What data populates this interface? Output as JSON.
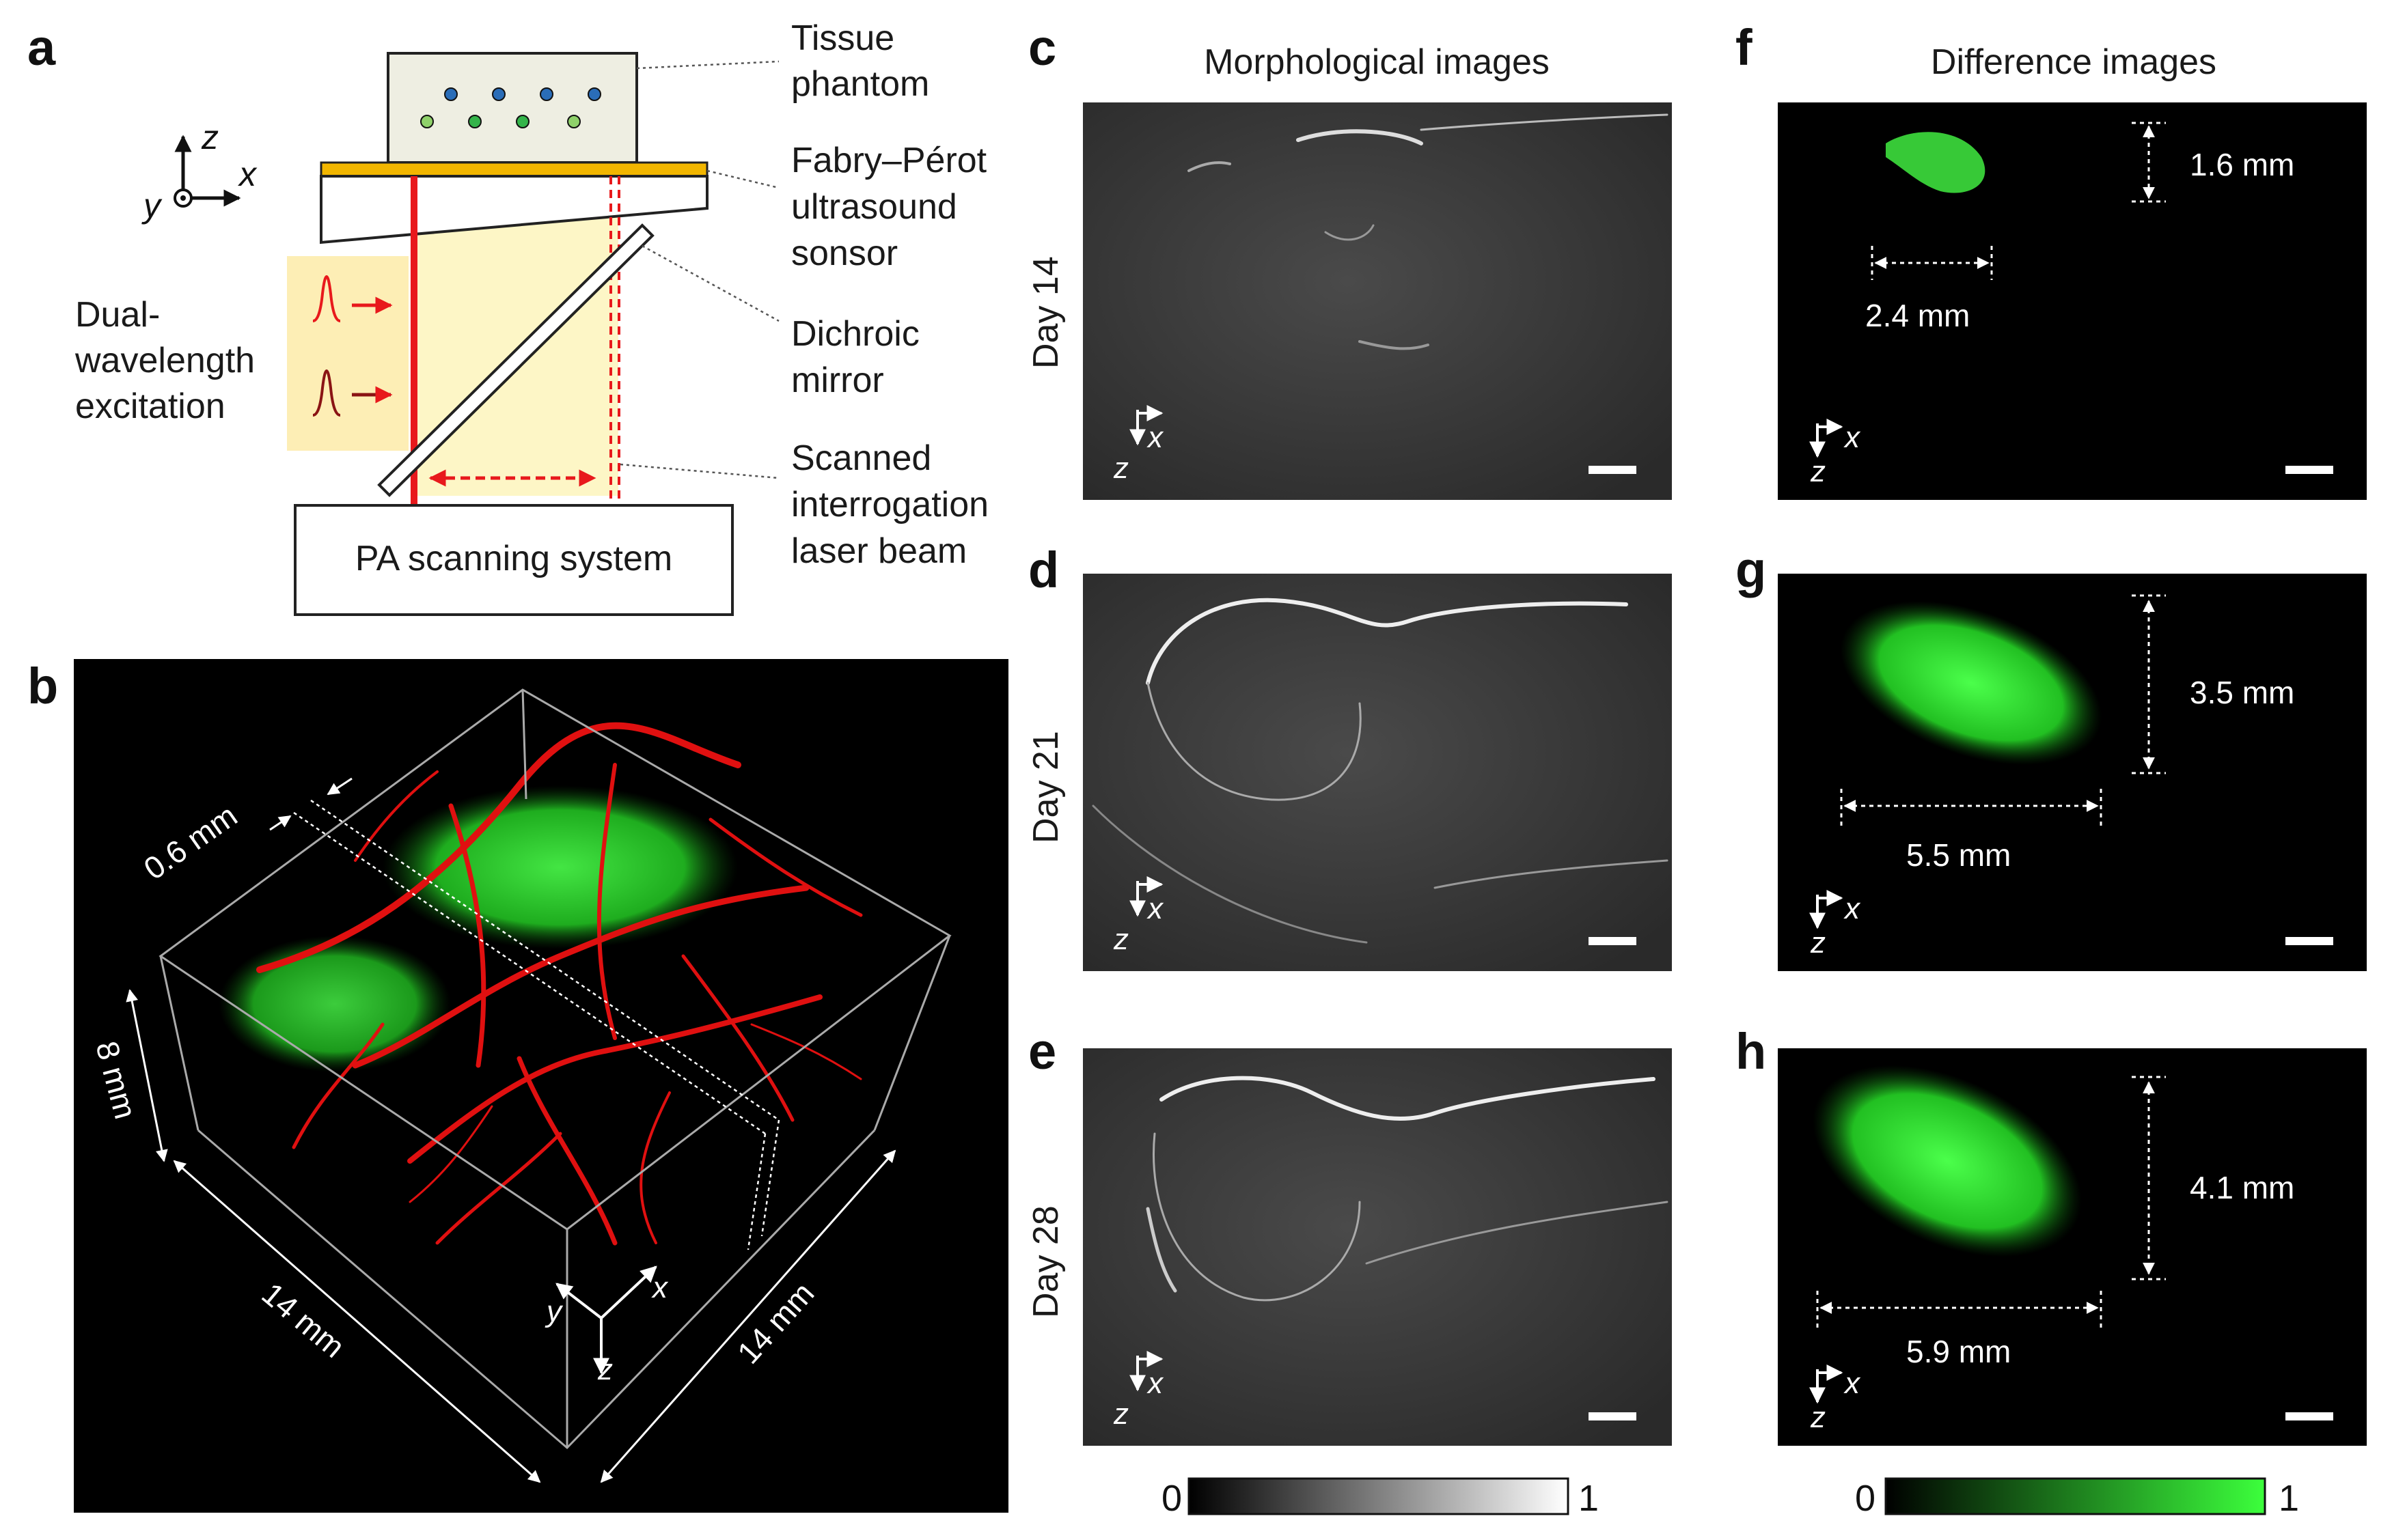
{
  "panel_a": {
    "label": "a",
    "tissue_phantom": [
      "Tissue",
      "phantom"
    ],
    "sensor": [
      "Fabry–Pérot",
      "ultrasound",
      "sonsor"
    ],
    "mirror": [
      "Dichroic",
      "mirror"
    ],
    "beam": [
      "Scanned",
      "interrogation",
      "laser beam"
    ],
    "excitation": [
      "Dual-",
      "wavelength",
      "excitation"
    ],
    "scan_system": "PA scanning system",
    "axes": {
      "z": "z",
      "x": "x",
      "y": "y"
    },
    "colors": {
      "yellow_strip": "#f2b600",
      "beam_red": "#e8191c",
      "excitation_bg": "#fdeeb5",
      "dots_blue": "#2a6db8",
      "dots_green": "#34b44a"
    }
  },
  "panel_b": {
    "label": "b",
    "dims": {
      "slice": "0.6 mm",
      "depth": "8 mm",
      "width": "14 mm",
      "length": "14 mm"
    },
    "axes": {
      "x": "x",
      "y": "y",
      "z": "z"
    },
    "colors": {
      "vessels": "#e01010",
      "tumor": "#55d35a"
    }
  },
  "panel_c": {
    "label": "c",
    "header": "Morphological images",
    "day": "Day 14"
  },
  "panel_d": {
    "label": "d",
    "day": "Day 21"
  },
  "panel_e": {
    "label": "e",
    "day": "Day 28"
  },
  "panel_f": {
    "label": "f",
    "header": "Difference images",
    "height": "1.6 mm",
    "width": "2.4 mm"
  },
  "panel_g": {
    "label": "g",
    "height": "3.5 mm",
    "width": "5.5 mm"
  },
  "panel_h": {
    "label": "h",
    "height": "4.1 mm",
    "width": "5.9 mm"
  },
  "image_axes": {
    "x": "x",
    "z": "z"
  },
  "colorbars": {
    "gray": {
      "min": "0",
      "max": "1"
    },
    "green": {
      "min": "0",
      "max": "1"
    }
  }
}
